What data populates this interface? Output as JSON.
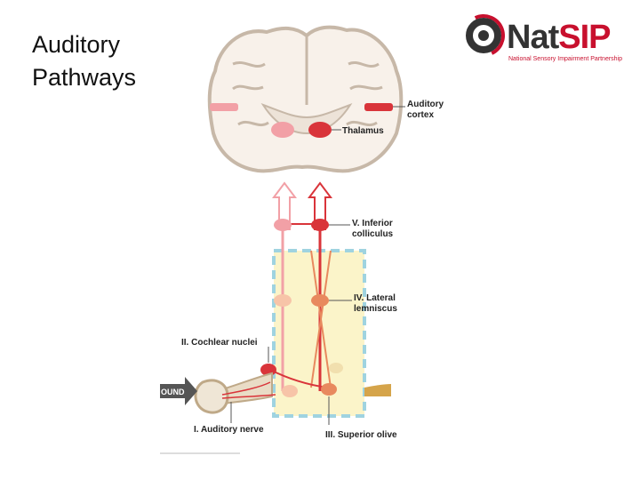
{
  "slide": {
    "title": "Auditory Pathways"
  },
  "logo": {
    "word_dark": "Nat",
    "word_red": "SIP",
    "tagline": "National Sensory Impairment Partnership",
    "colors": {
      "dark": "#333333",
      "red": "#c8102e"
    }
  },
  "diagram": {
    "labels": {
      "auditory_cortex": [
        "Auditory",
        "cortex"
      ],
      "thalamus": "Thalamus",
      "inferior_colliculus": [
        "V. Inferior",
        "colliculus"
      ],
      "lateral_lemniscus": [
        "IV. Lateral",
        "lemniscus"
      ],
      "cochlear_nuclei": "II. Cochlear nuclei",
      "auditory_nerve": "I. Auditory nerve",
      "superior_olive": "III. Superior olive",
      "sound": "OUND"
    },
    "colors": {
      "brain_fill": "#f8f1ea",
      "brain_outline": "#c7b8a8",
      "pathway_red": "#d9343a",
      "pathway_pink": "#f2a0a6",
      "brainstem_fill": "#fbf4c9",
      "dashed_box": "#9fd3e0",
      "nerve": "#d5a44a",
      "arrow_gray": "#555555"
    }
  }
}
